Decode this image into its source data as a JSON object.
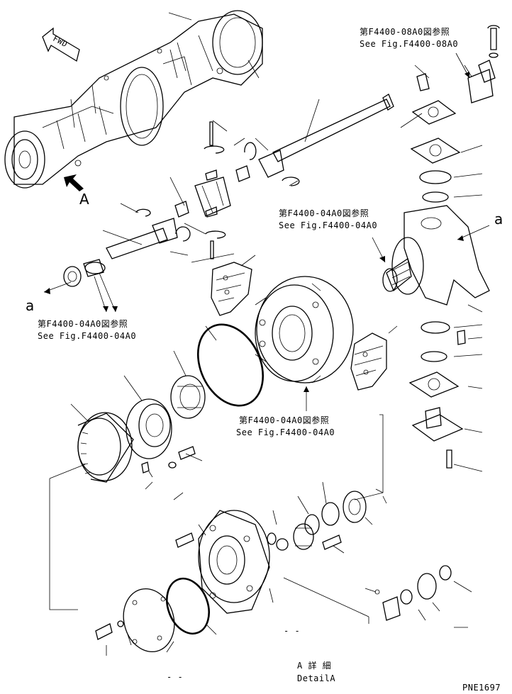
{
  "refs": {
    "fig_08a0_jp": "第F4400-08A0図参照",
    "fig_08a0_en": "See Fig.F4400-08A0",
    "fig_04a0_jp_right": "第F4400-04A0図参照",
    "fig_04a0_en_right": "See Fig.F4400-04A0",
    "fig_04a0_jp_left": "第F4400-04A0図参照",
    "fig_04a0_en_left": "See Fig.F4400-04A0",
    "fig_04a0_jp_center": "第F4400-04A0図参照",
    "fig_04a0_en_center": "See Fig.F4400-04A0"
  },
  "markers": {
    "view_a": "A",
    "point_a_left": "a",
    "point_a_right": "a",
    "fwd": "FWD"
  },
  "detail": {
    "title_jp": "A 詳 細",
    "title_en": "DetailA"
  },
  "page_id": "PNE1697",
  "dashes": {
    "d1": "- -",
    "d2": "- -"
  }
}
